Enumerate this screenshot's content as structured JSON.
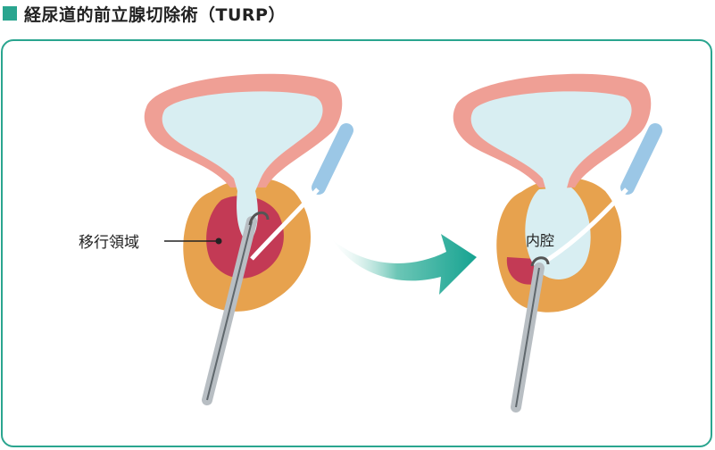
{
  "title": "経尿道的前立腺切除術（TURP）",
  "labels": {
    "migrate_zone": "移行領域",
    "lumen": "内腔"
  },
  "colors": {
    "accent": "#2aa58f",
    "bladder_wall": "#ef9f95",
    "urine": "#d8eef2",
    "prostate": "#e7a24e",
    "transition_zone": "#c33a55",
    "resectoscope_light": "#9bc7e6",
    "resectoscope_shaft": "#b8bec3"
  }
}
